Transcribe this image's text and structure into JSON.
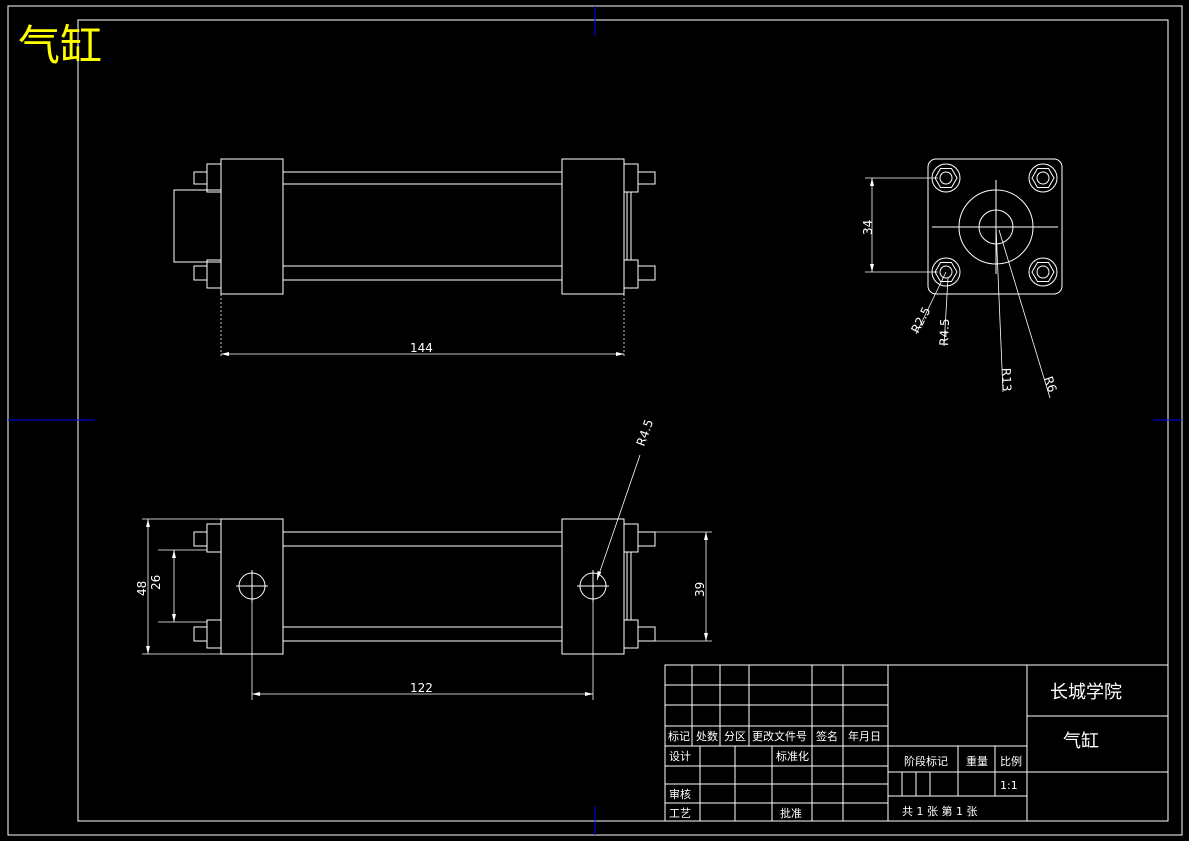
{
  "drawing": {
    "title": "气缸",
    "colors": {
      "background": "#000000",
      "line": "#ffffff",
      "title": "#ffff00",
      "marker": "#0000ff"
    }
  },
  "dimensions": {
    "top_view_length": "144",
    "right_height": "34",
    "right_r25": "R2.5",
    "right_r45": "R4.5",
    "right_r13": "R13",
    "right_r6": "R6",
    "front_r45": "R4.5",
    "front_48": "48",
    "front_26": "26",
    "front_39": "39",
    "front_122": "122"
  },
  "title_block": {
    "school": "长城学院",
    "part_name": "气缸",
    "header_labels": [
      "标记",
      "处数",
      "分区",
      "更改文件号",
      "签名",
      "年月日"
    ],
    "design": "设计",
    "standardize": "标准化",
    "review": "审核",
    "craft": "工艺",
    "approve": "批准",
    "stage_mark": "阶段标记",
    "weight": "重量",
    "scale_label": "比例",
    "scale_value": "1:1",
    "sheet_info": "共 1 张 第 1 张"
  }
}
